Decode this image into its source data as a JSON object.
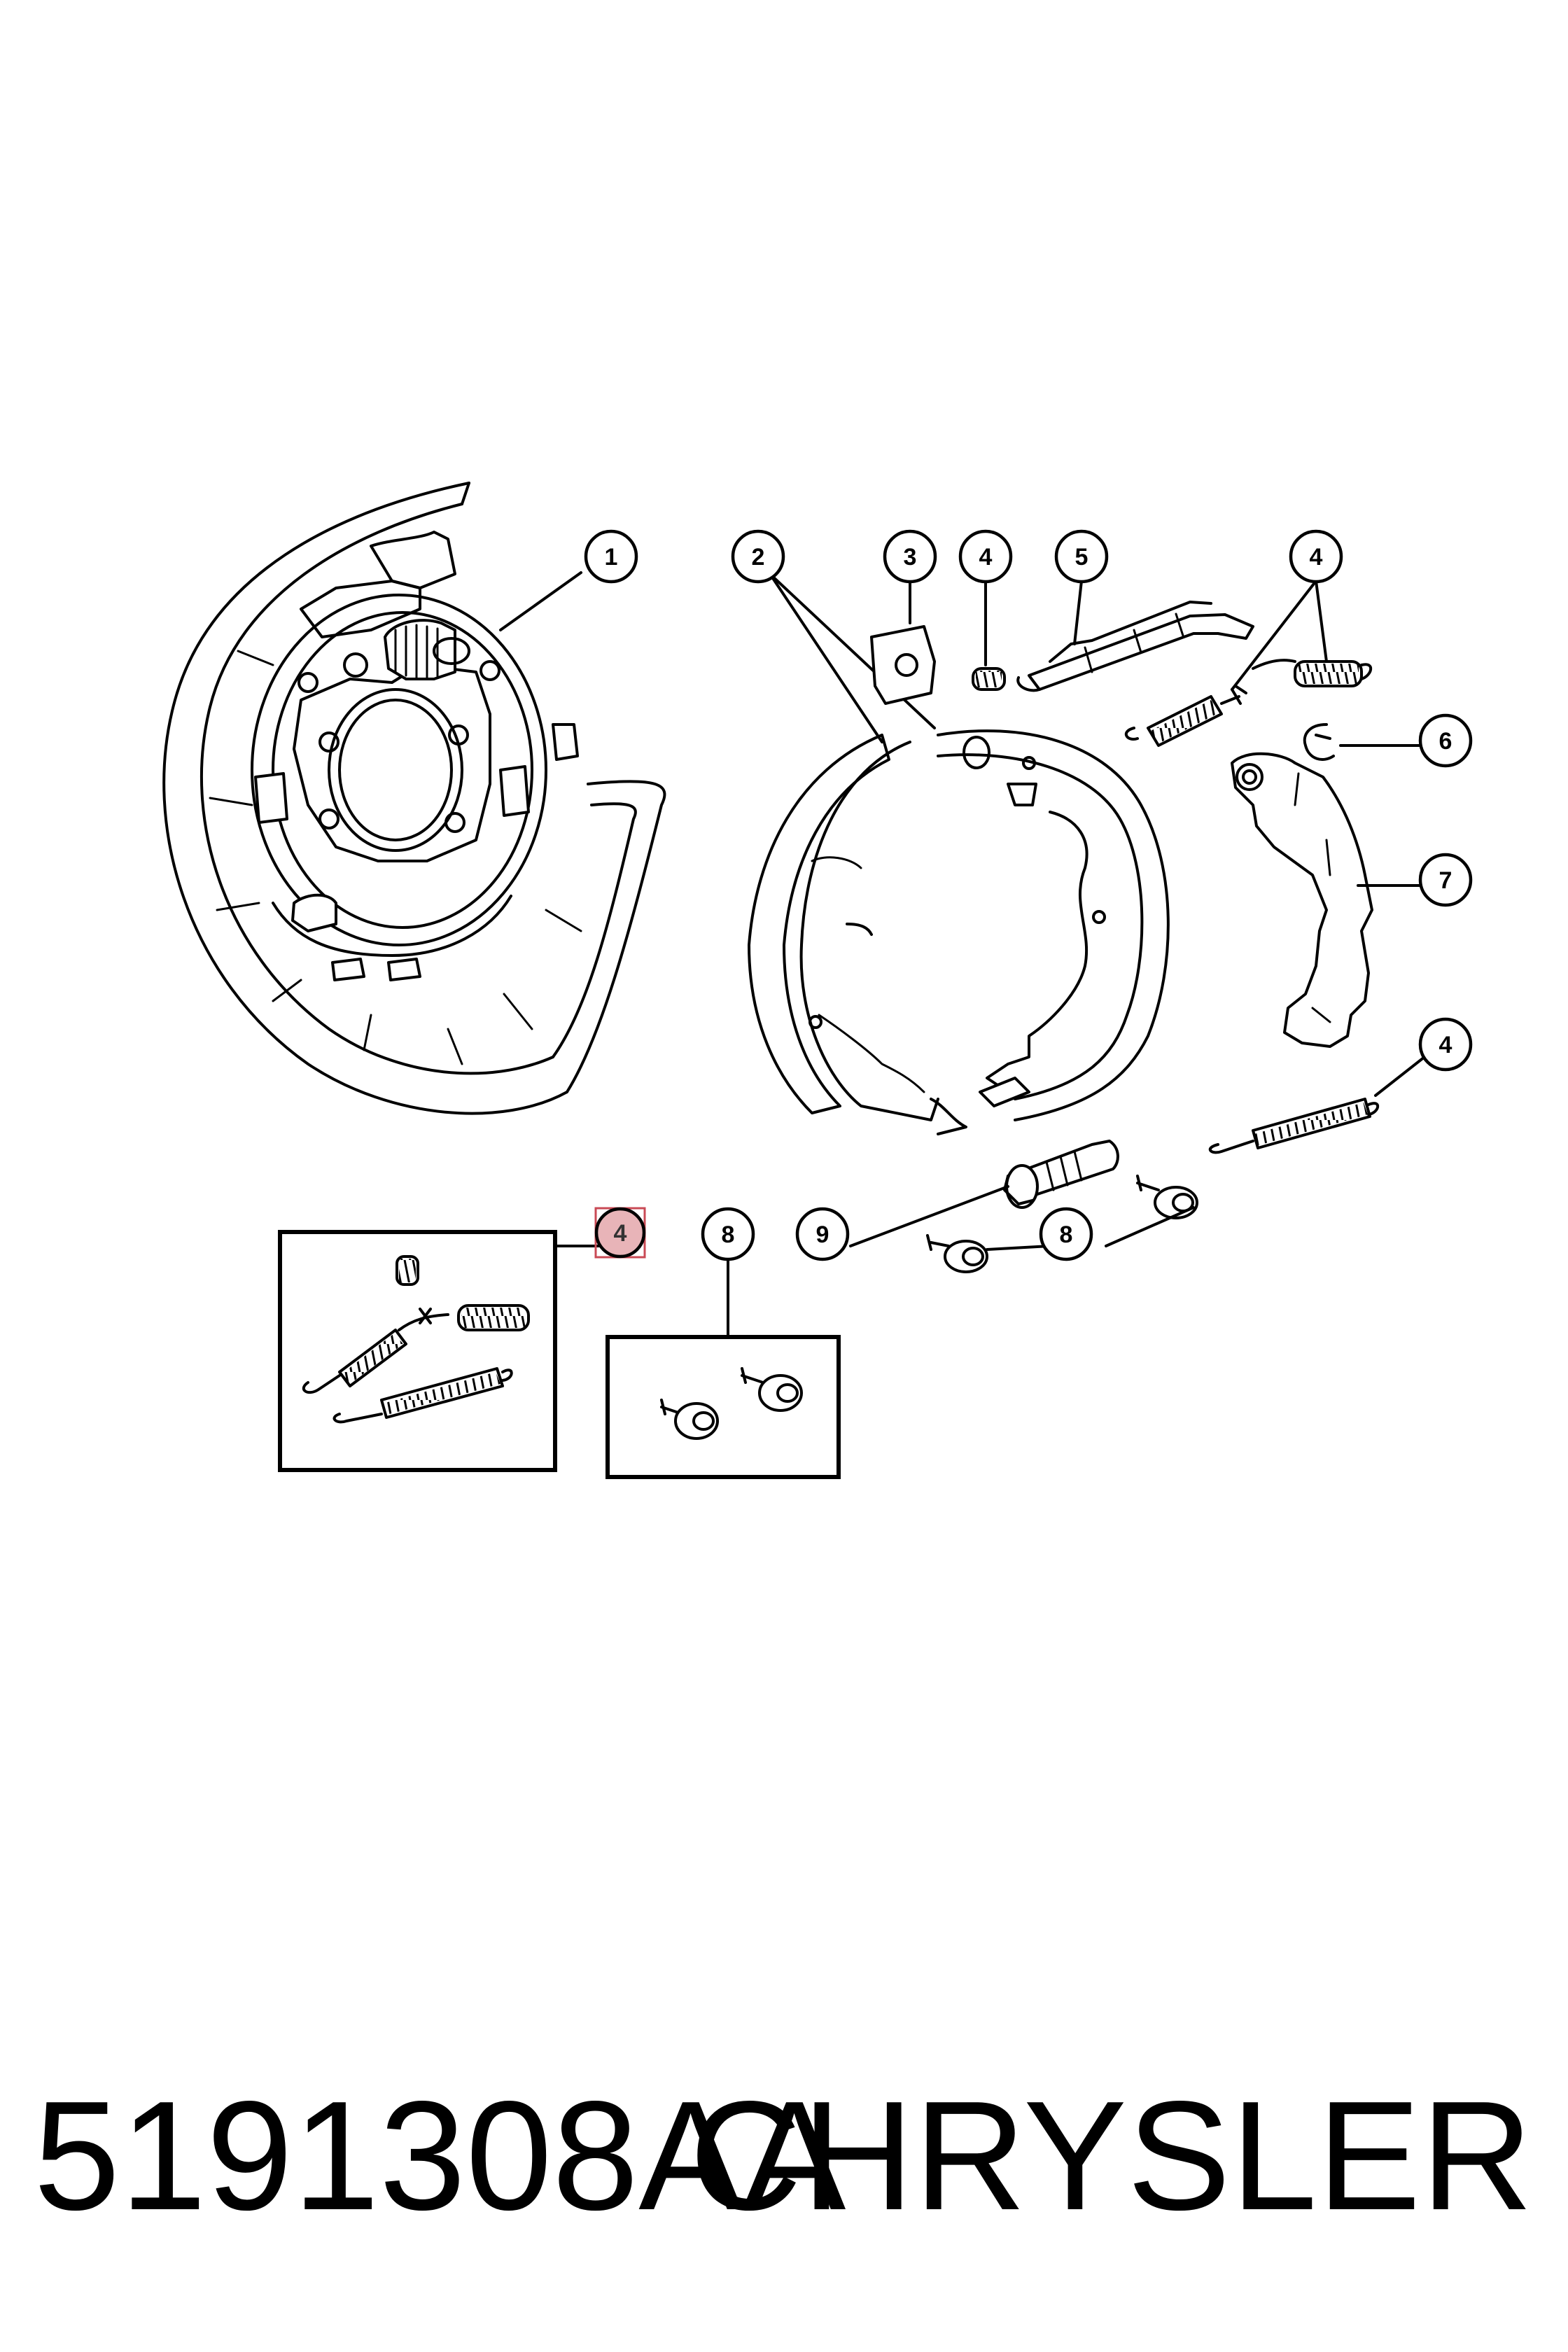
{
  "diagram": {
    "callouts": [
      {
        "id": "c1",
        "label": "1"
      },
      {
        "id": "c2",
        "label": "2"
      },
      {
        "id": "c3",
        "label": "3"
      },
      {
        "id": "c4a",
        "label": "4"
      },
      {
        "id": "c5",
        "label": "5"
      },
      {
        "id": "c4b",
        "label": "4"
      },
      {
        "id": "c6",
        "label": "6"
      },
      {
        "id": "c7",
        "label": "7"
      },
      {
        "id": "c4c",
        "label": "4"
      },
      {
        "id": "c4d",
        "label": "4",
        "highlighted": true
      },
      {
        "id": "c8a",
        "label": "8"
      },
      {
        "id": "c9",
        "label": "9"
      },
      {
        "id": "c8b",
        "label": "8"
      }
    ],
    "highlight_color": "#e8b4b8",
    "line_color": "#000000"
  },
  "footer": {
    "part_number": "5191308AA",
    "brand": "CHRYSLER"
  }
}
